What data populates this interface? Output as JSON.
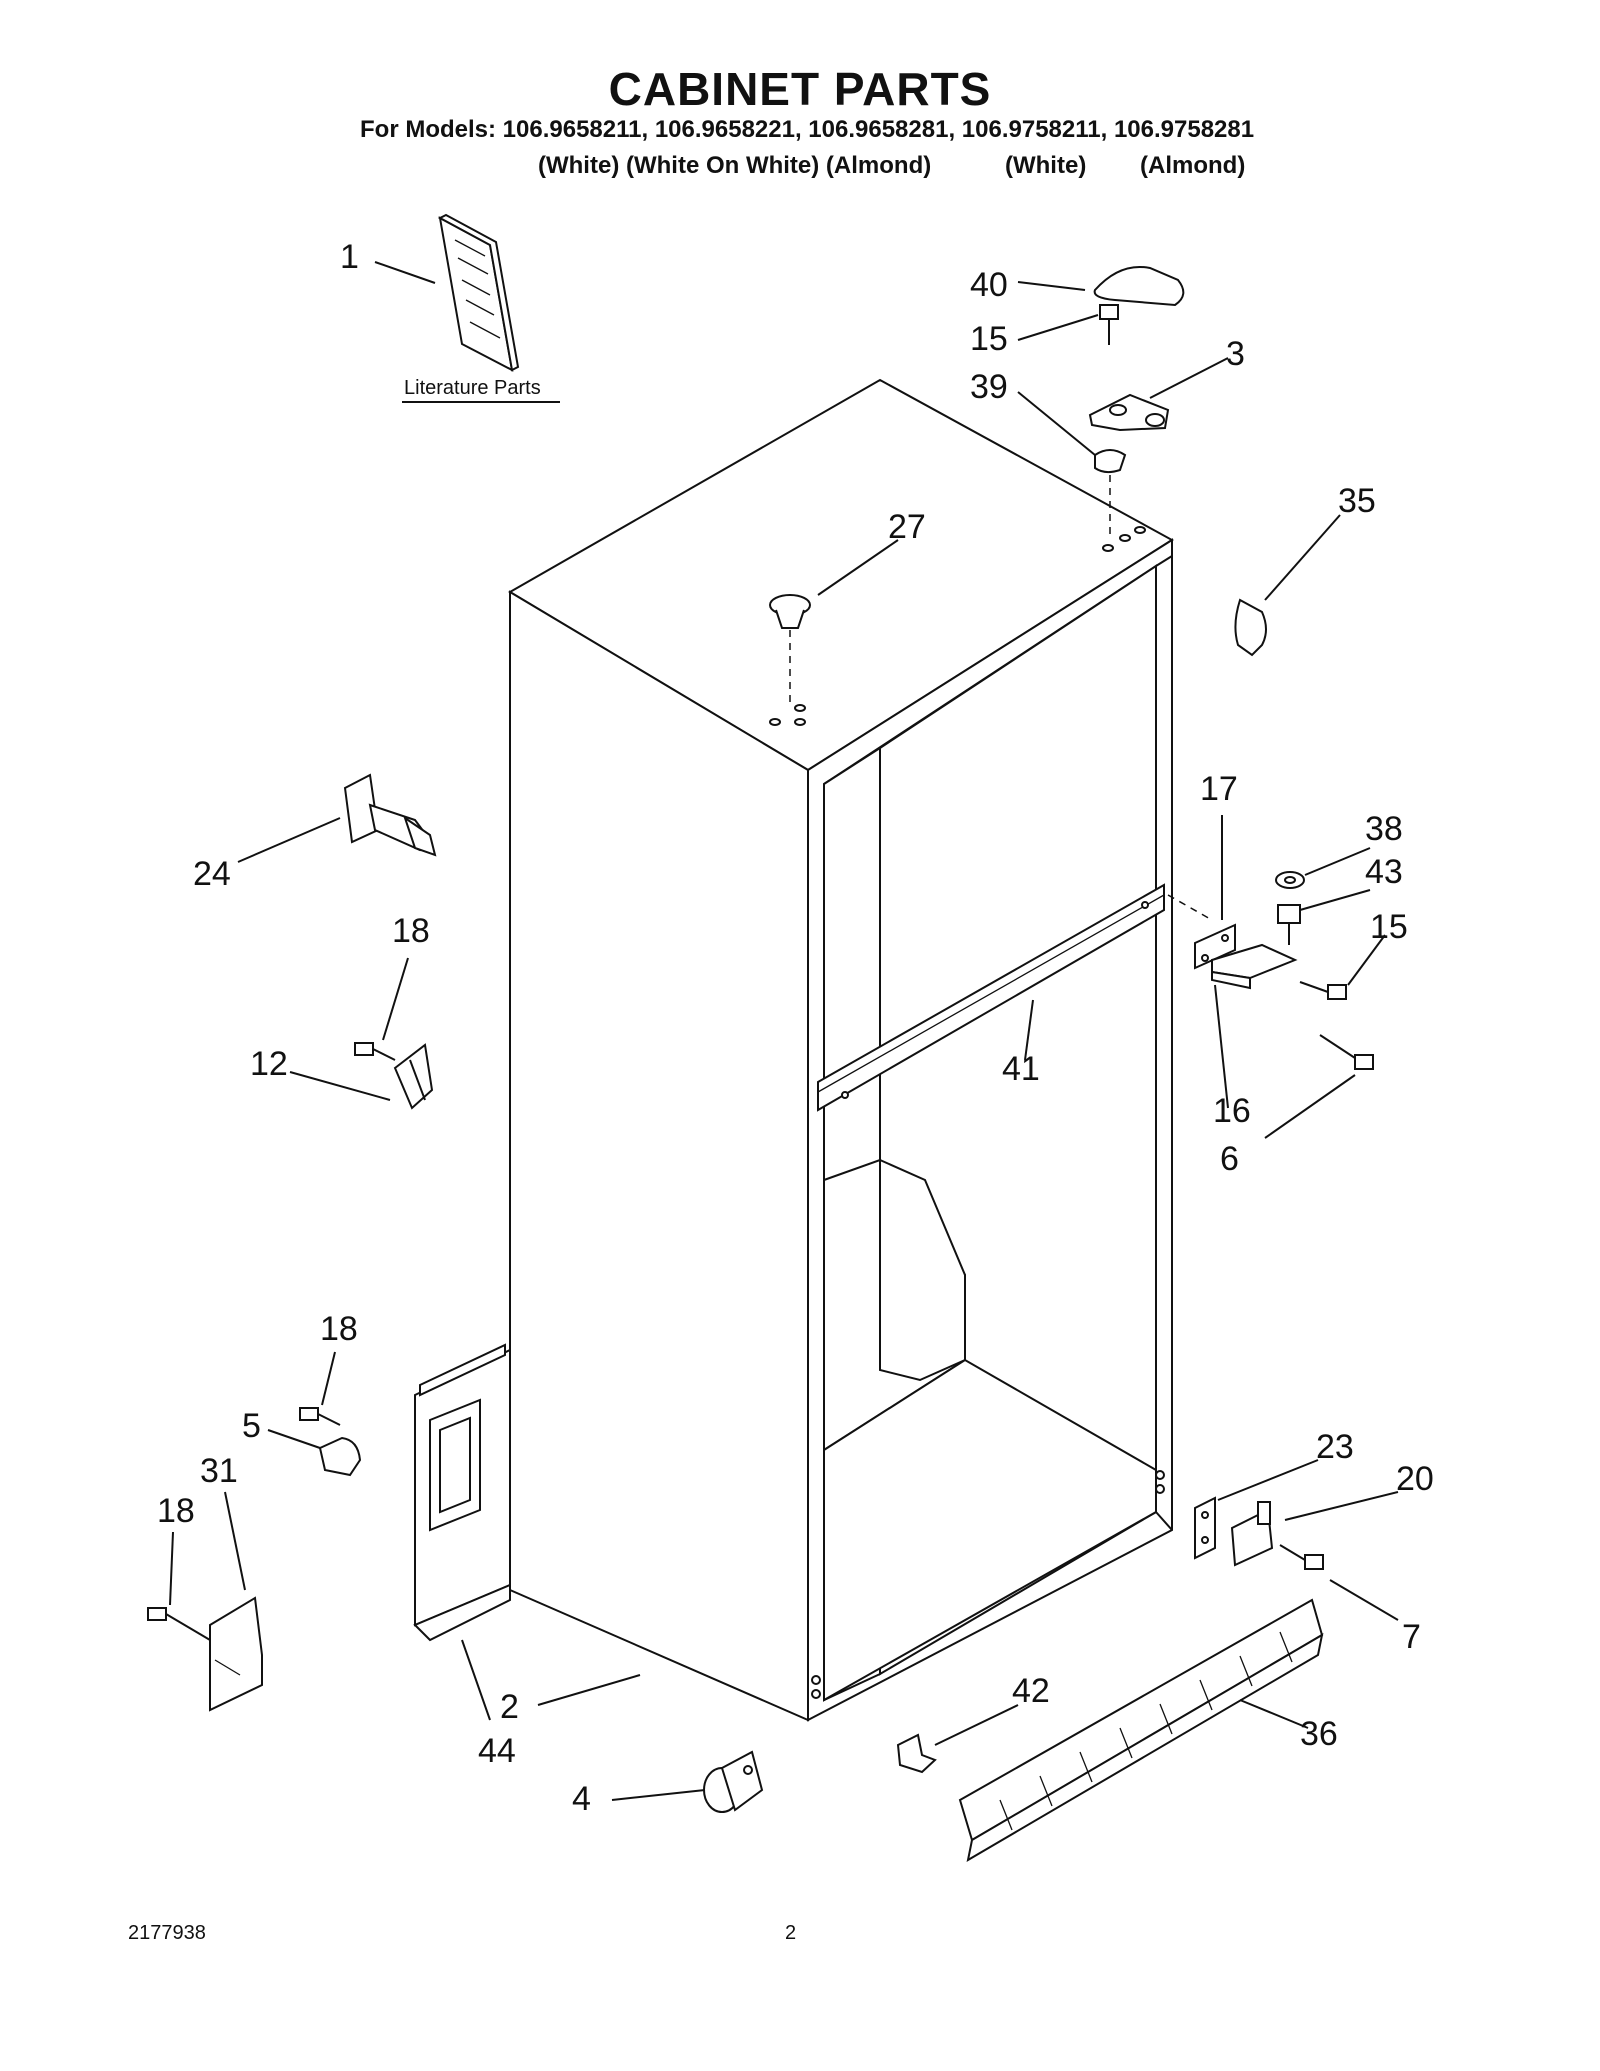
{
  "header": {
    "title": "CABINET PARTS",
    "models_line": "For Models: 106.9658211, 106.9658221, 106.9658281, 106.9758211, 106.9758281",
    "color_group_1": "(White) (White On White) (Almond)",
    "color_group_2": "(White)",
    "color_group_3": "(Almond)"
  },
  "literature": {
    "label": "Literature Parts"
  },
  "callouts": [
    "1",
    "40",
    "15",
    "3",
    "39",
    "35",
    "27",
    "24",
    "17",
    "38",
    "43",
    "15",
    "18",
    "12",
    "41",
    "16",
    "6",
    "18",
    "5",
    "31",
    "18",
    "23",
    "20",
    "7",
    "2",
    "44",
    "42",
    "36",
    "4"
  ],
  "footer": {
    "doc_number": "2177938",
    "page_number": "2"
  }
}
